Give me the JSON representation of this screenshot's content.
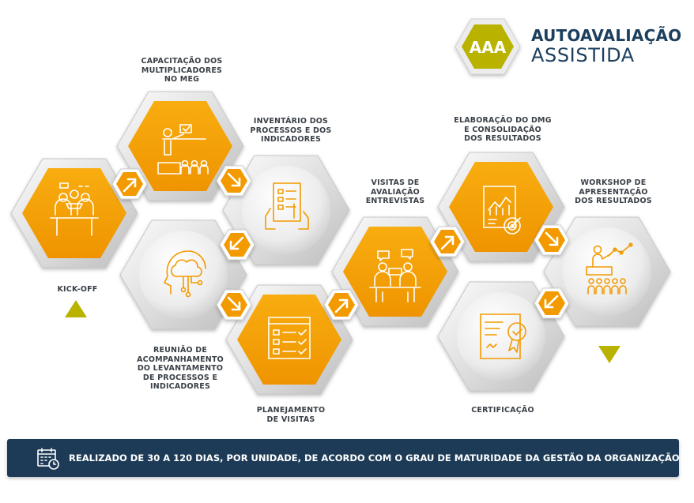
{
  "brand": {
    "badge": "AAA",
    "title_top": "AUTOAVALIAÇÃO",
    "title_bottom": "ASSISTIDA",
    "badge_color": "#b9b300",
    "title_color": "#1c3f5e"
  },
  "colors": {
    "orange": "#f6a400",
    "orange_dark": "#ec8f00",
    "silver": "#d9d9d9",
    "arrow": "#f39a00",
    "footer_bg": "#1d3b56",
    "triangle": "#b9b300"
  },
  "steps": {
    "kickoff": "KICK-OFF",
    "capacitacao": [
      "CAPACITAÇÃO DOS",
      "MULTIPLICADORES",
      "NO MEG"
    ],
    "inventario": [
      "INVENTÁRIO DOS",
      "PROCESSOS E DOS",
      "INDICADORES"
    ],
    "reuniao": [
      "REUNIÃO DE",
      "ACOMPANHAMENTO",
      "DO LEVANTAMENTO",
      "DE PROCESSOS E",
      "INDICADORES"
    ],
    "planejamento": [
      "PLANEJAMENTO",
      "DE VISITAS"
    ],
    "visitas": [
      "VISITAS DE",
      "AVALIAÇÃO",
      "ENTREVISTAS"
    ],
    "elaboracao": [
      "ELABORAÇÃO DO DMG",
      "E CONSOLIDAÇÃO",
      "DOS RESULTADOS"
    ],
    "workshop": [
      "WORKSHOP DE",
      "APRESENTAÇÃO",
      "DOS RESULTADOS"
    ],
    "certificacao": "CERTIFICAÇÃO"
  },
  "icons": {
    "kickoff": "meeting-table-icon",
    "capacitacao": "presentation-training-icon",
    "inventario": "checklist-document-icon",
    "reuniao": "head-network-icon",
    "planejamento": "checklist-board-icon",
    "visitas": "interview-meeting-icon",
    "elaboracao": "report-chart-target-icon",
    "workshop": "audience-presentation-icon",
    "certificacao": "certificate-seal-icon"
  },
  "footer": {
    "text": "REALIZADO DE 30 A 120 DIAS, POR UNIDADE, DE ACORDO COM O GRAU DE MATURIDADE DA GESTÃO DA ORGANIZAÇÃO.",
    "icon": "calendar-clock-icon"
  }
}
